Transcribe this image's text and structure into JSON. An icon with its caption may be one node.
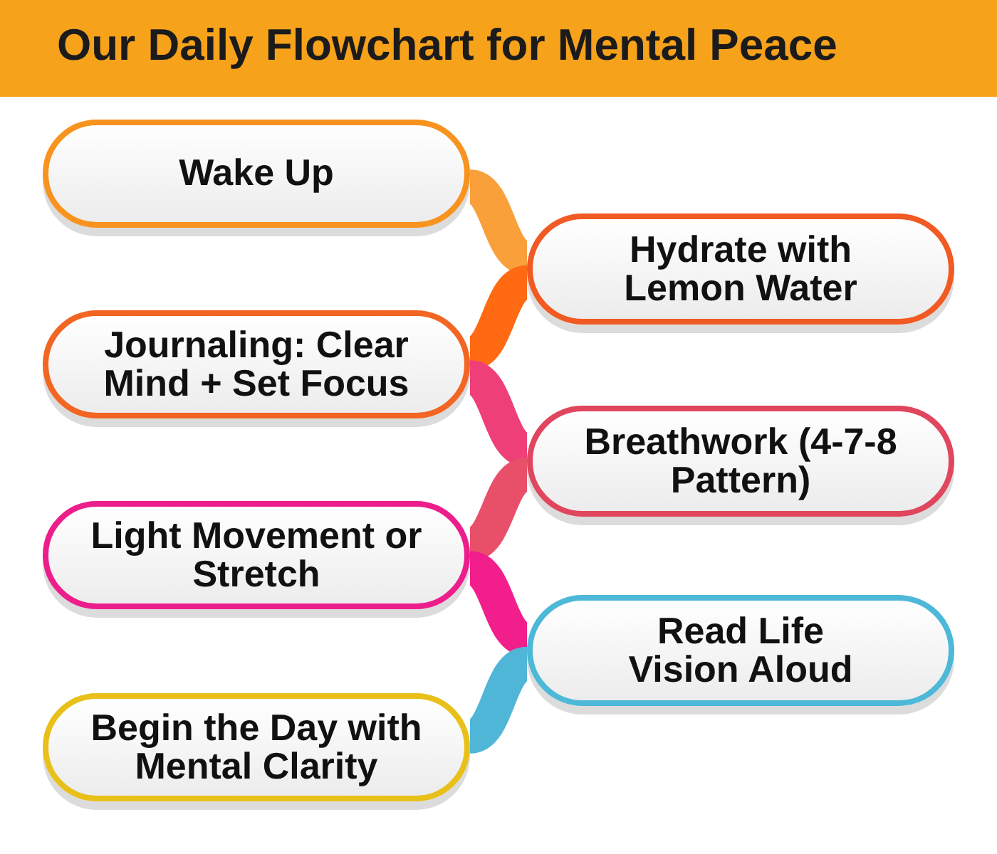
{
  "diagram": {
    "title": "Our Daily Flowchart for Mental Peace",
    "nodes": [
      {
        "text": [
          "Wake Up"
        ]
      },
      {
        "text": [
          "Hydrate with Lemon Water"
        ]
      },
      {
        "text": [
          "Journaling: Clear Mind + Set Focus"
        ]
      },
      {
        "text": [
          "Breathwork (4-7-8 Pattern)"
        ]
      },
      {
        "text": [
          "Light Movement or Stretch"
        ]
      },
      {
        "text": [
          "Read Life Vision Aloud"
        ]
      },
      {
        "text": [
          "Begin the Day with Mental Clarity"
        ]
      }
    ],
    "edges": [
      {
        "from": 0,
        "to": 1,
        "arrow": "none",
        "color": "#f9a03a"
      },
      {
        "from": 1,
        "to": 2,
        "arrow": "none",
        "color": "#ff6a13"
      },
      {
        "from": 2,
        "to": 3,
        "arrow": "none",
        "color": "#ef3f78"
      },
      {
        "from": 3,
        "to": 4,
        "arrow": "none",
        "color": "#e8506a"
      },
      {
        "from": 4,
        "to": 5,
        "arrow": "none",
        "color": "#f21e8c"
      },
      {
        "from": 5,
        "to": 6,
        "arrow": "none",
        "color": "#4fb6d8"
      }
    ]
  }
}
